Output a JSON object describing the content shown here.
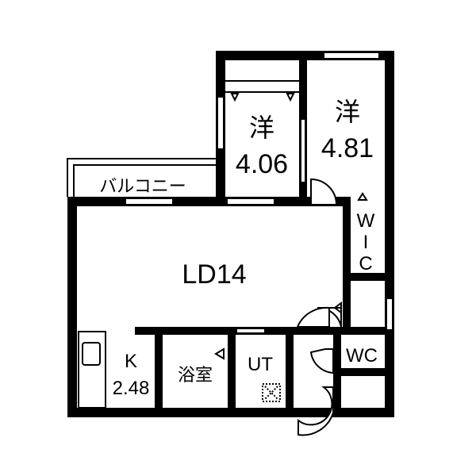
{
  "rooms": {
    "western1": {
      "kind": "洋",
      "area": "4.06"
    },
    "western2": {
      "kind": "洋",
      "area": "4.81"
    },
    "balcony": "バルコニー",
    "wic_letters": [
      "W",
      "I",
      "C"
    ],
    "ld": "LD14",
    "kitchen": {
      "kind": "K",
      "area": "2.48"
    },
    "bath": "浴室",
    "ut": "UT",
    "wc": "WC"
  },
  "colors": {
    "wall": "#000000",
    "background": "#ffffff"
  }
}
